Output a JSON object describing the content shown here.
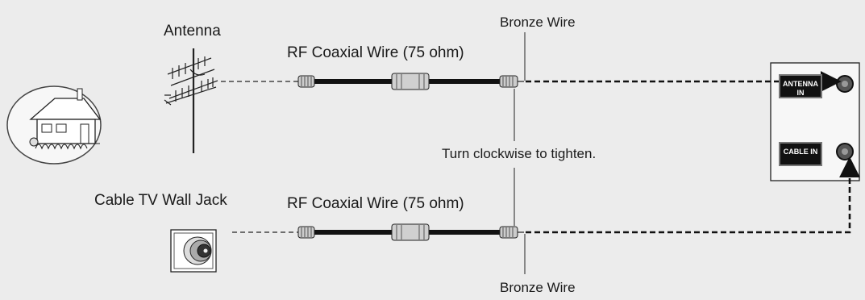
{
  "labels": {
    "antenna": "Antenna",
    "rf_wire_top": "RF Coaxial Wire (75 ohm)",
    "rf_wire_bottom": "RF Coaxial Wire (75 ohm)",
    "bronze_wire_top": "Bronze Wire",
    "bronze_wire_bottom": "Bronze Wire",
    "turn_clockwise": "Turn clockwise to tighten.",
    "cable_wall_jack": "Cable TV Wall Jack"
  },
  "tv_panel": {
    "antenna_in": "ANTENNA IN",
    "cable_in": "CABLE IN"
  },
  "colors": {
    "background": "#ececec",
    "line": "#1a1a1a",
    "panel": "#f7f7f7"
  }
}
